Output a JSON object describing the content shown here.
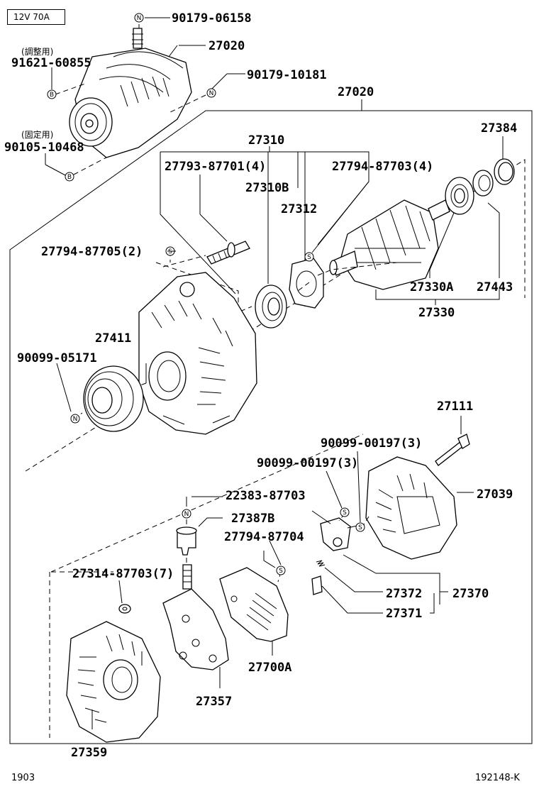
{
  "spec_box": "12V  70A",
  "footer": {
    "left": "1903",
    "right": "192148-K"
  },
  "labels": {
    "p_90179_06158": "90179-06158",
    "p_27020_top": "27020",
    "p_adjust_jp": "(調整用)",
    "p_91621_60855": "91621-60855",
    "p_90179_10181": "90179-10181",
    "p_27020_main": "27020",
    "p_fixed_jp": "(固定用)",
    "p_90105_10468": "90105-10468",
    "p_27310": "27310",
    "p_27384": "27384",
    "p_27793_87701": "27793-87701(4)",
    "p_27794_87703": "27794-87703(4)",
    "p_27310B": "27310B",
    "p_27312": "27312",
    "p_27794_87705": "27794-87705(2)",
    "p_27330A": "27330A",
    "p_27443": "27443",
    "p_27330": "27330",
    "p_27411": "27411",
    "p_90099_05171": "90099-05171",
    "p_27111": "27111",
    "p_90099_00197_a": "90099-00197(3)",
    "p_90099_00197_b": "90099-00197(3)",
    "p_22383_87703": "22383-87703",
    "p_27039": "27039",
    "p_27387B": "27387B",
    "p_27794_87704": "27794-87704",
    "p_27314_87703": "27314-87703(7)",
    "p_27372": "27372",
    "p_27370": "27370",
    "p_27371": "27371",
    "p_27700A": "27700A",
    "p_27357": "27357",
    "p_27359": "27359"
  },
  "symbols": {
    "n": "N",
    "b": "B",
    "s": "S"
  }
}
